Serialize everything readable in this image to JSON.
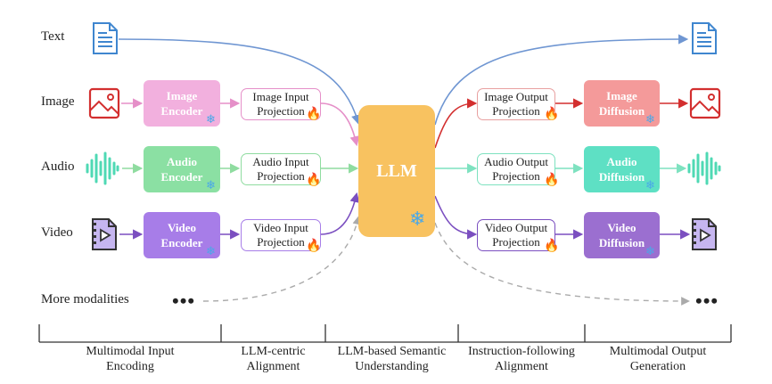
{
  "rows": {
    "text": "Text",
    "image": "Image",
    "audio": "Audio",
    "video": "Video",
    "more": "More modalities"
  },
  "encoders": {
    "image": [
      "Image",
      "Encoder"
    ],
    "audio": [
      "Audio",
      "Encoder"
    ],
    "video": [
      "Video",
      "Encoder"
    ]
  },
  "input_projections": {
    "image": [
      "Image Input",
      "Projection"
    ],
    "audio": [
      "Audio Input",
      "Projection"
    ],
    "video": [
      "Video Input",
      "Projection"
    ]
  },
  "llm": "LLM",
  "output_projections": {
    "image": [
      "Image Output",
      "Projection"
    ],
    "audio": [
      "Audio Output",
      "Projection"
    ],
    "video": [
      "Video Output",
      "Projection"
    ]
  },
  "diffusions": {
    "image": [
      "Image",
      "Diffusion"
    ],
    "audio": [
      "Audio",
      "Diffusion"
    ],
    "video": [
      "Video",
      "Diffusion"
    ]
  },
  "ellipsis": "•••",
  "stages": [
    [
      "Multimodal Input",
      "Encoding"
    ],
    [
      "LLM-centric",
      "Alignment"
    ],
    [
      "LLM-based Semantic",
      "Understanding"
    ],
    [
      "Instruction-following",
      "Alignment"
    ],
    [
      "Multimodal Output",
      "Generation"
    ]
  ],
  "colors": {
    "text": "#6f96d2",
    "image_in": "#e58fc8",
    "encoder_image": "#f2b0de",
    "audio": "#7fe0b4",
    "encoder_audio": "#8be0a3",
    "video": "#8e63d4",
    "encoder_video": "#a77de8",
    "llm": "#f8c260",
    "image_out": "#d32f2f",
    "diffusion_image": "#f49a9a",
    "diffusion_audio": "#5ee0c4",
    "diffusion_video": "#9b6fd0",
    "dashed": "#aaaaaa"
  },
  "icons": [
    "text-document-icon",
    "image-icon",
    "audio-waveform-icon",
    "video-file-icon",
    "fire-icon",
    "snowflake-icon"
  ]
}
